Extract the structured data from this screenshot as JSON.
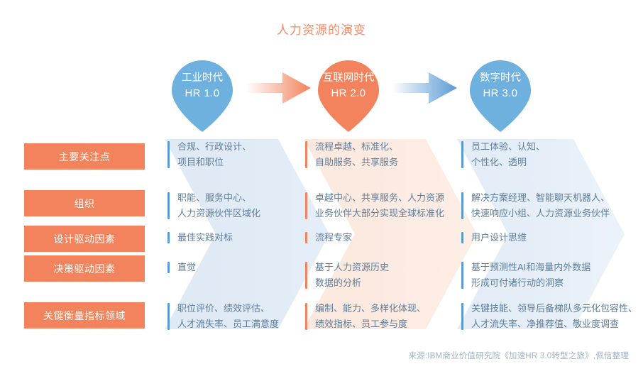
{
  "title": "人力资源的演变",
  "colors": {
    "title": "#f58a66",
    "orange": "#f2835c",
    "blue": "#5b9bd5",
    "pin_blue": "#6eb0de",
    "pin_orange": "#f2835c",
    "text": "#5d7d99",
    "source_text": "#9fb3c4"
  },
  "stages": [
    {
      "era": "工业时代",
      "version": "HR 1.0",
      "color": "#6eb0de",
      "accent": "blue"
    },
    {
      "era": "互联网时代",
      "version": "HR 2.0",
      "color": "#f2835c",
      "accent": "orange"
    },
    {
      "era": "数字时代",
      "version": "HR 3.0",
      "color": "#6eb0de",
      "accent": "blue"
    }
  ],
  "arrows": [
    {
      "name": "arrow-stage1-to-stage2",
      "color": "#f2835c"
    },
    {
      "name": "arrow-stage2-to-stage3",
      "color": "#5b9bd5"
    }
  ],
  "row_labels": [
    "主要关注点",
    "组织",
    "设计驱动因素",
    "决策驱动因素",
    "关键衡量指标领域"
  ],
  "columns": [
    {
      "stage": "HR 1.0",
      "accent": "blue",
      "cells": [
        [
          "合规、行政设计、",
          "项目和职位"
        ],
        [
          "职能、服务中心、",
          "人力资源伙伴区域化"
        ],
        [
          "最佳实践对标"
        ],
        [
          "直觉"
        ],
        [
          "职位评价、绩效评估、",
          "人才流失率、员工满意度"
        ]
      ]
    },
    {
      "stage": "HR 2.0",
      "accent": "orange",
      "cells": [
        [
          "流程卓越、标准化、",
          "自助服务、共享服务"
        ],
        [
          "卓越中心、共享服务、人力资源",
          "业务伙伴大部分实现全球标准化"
        ],
        [
          "流程专家"
        ],
        [
          "基于人力资源历史",
          "数据的分析"
        ],
        [
          "编制、能力、多样化体现、",
          "绩效指标、员工参与度"
        ]
      ]
    },
    {
      "stage": "HR 3.0",
      "accent": "blue",
      "cells": [
        [
          "员工体验、认知、",
          "个性化、透明"
        ],
        [
          "解决方案经理、智能聊天机器人、",
          "快速响应小组、人力资源业务伙伴"
        ],
        [
          "用户设计思维"
        ],
        [
          "基于预测性AI和海量内外数据",
          "形成可付诸行动的洞察"
        ],
        [
          "关键技能、领导后备梯队多元化包容性、",
          "人才流失率、净推荐值、敬业度调查"
        ]
      ]
    }
  ],
  "source_note": "来源:IBM商业价值研究院《加速HR 3.0转型之旅》,佩信整理"
}
